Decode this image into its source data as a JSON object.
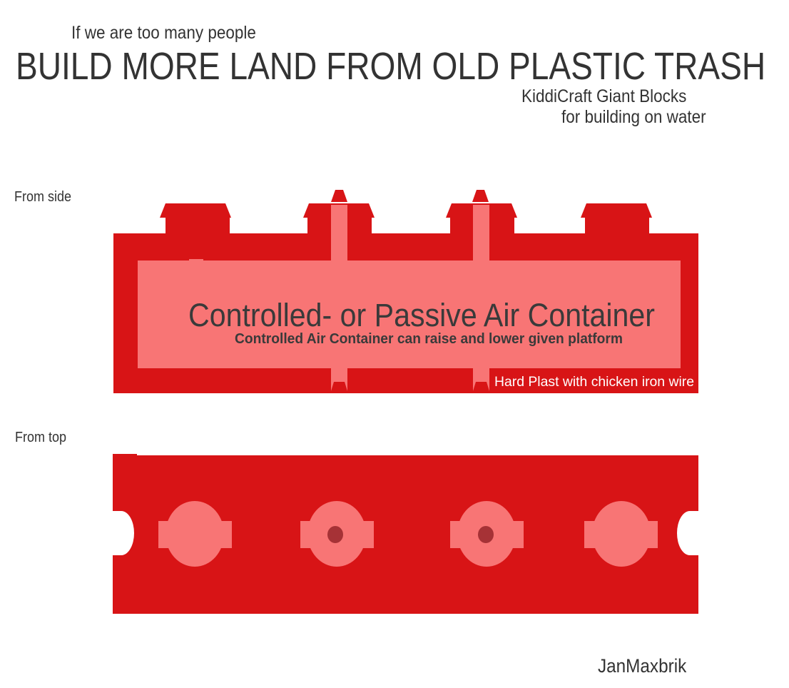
{
  "header": {
    "kicker": "If we are too many people",
    "headline": "BUILD MORE LAND FROM OLD PLASTIC TRASH",
    "subtitle_line1": "KiddiCraft Giant Blocks",
    "subtitle_line2": "for building on water"
  },
  "side_view": {
    "label": "From side",
    "container_title": "Controlled- or Passive Air Container",
    "container_note": "Controlled Air Container can raise and lower given platform",
    "material_note": "Hard Plast with chicken iron wire"
  },
  "top_view": {
    "label": "From top"
  },
  "footer": {
    "author": "JanMaxbrik"
  },
  "colors": {
    "block_red": "#d81416",
    "air_pink": "#f87575",
    "tube_hole": "#a63236",
    "text_dark": "#333333",
    "background": "#ffffff"
  }
}
